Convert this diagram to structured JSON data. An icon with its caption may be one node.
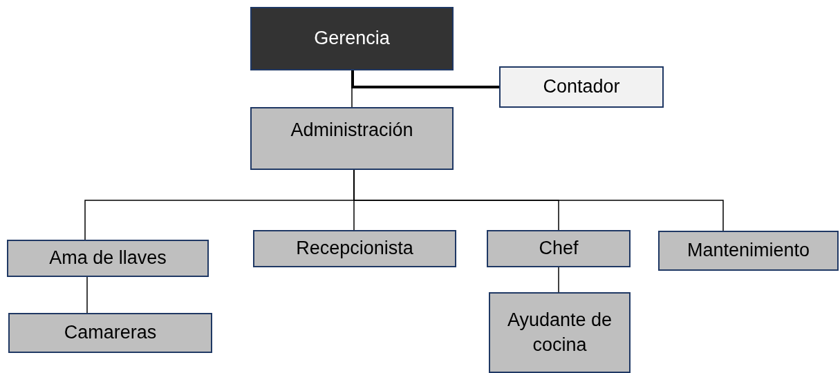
{
  "diagram": {
    "nodes": [
      {
        "text": [
          "Gerencia"
        ]
      },
      {
        "text": [
          "Contador"
        ]
      },
      {
        "text": [
          "Administración"
        ]
      },
      {
        "text": [
          "Ama de llaves"
        ]
      },
      {
        "text": [
          "Recepcionista"
        ]
      },
      {
        "text": [
          "Chef"
        ]
      },
      {
        "text": [
          "Mantenimiento"
        ]
      },
      {
        "text": [
          "Camareras"
        ]
      },
      {
        "text": [
          "Ayudante de cocina"
        ]
      }
    ],
    "edges": [
      {
        "from": 0,
        "to": 2,
        "arrow": "none"
      },
      {
        "from": 0,
        "to": 1,
        "arrow": "none",
        "style": "thick"
      },
      {
        "from": 2,
        "to": 3,
        "arrow": "none"
      },
      {
        "from": 2,
        "to": 4,
        "arrow": "none"
      },
      {
        "from": 2,
        "to": 5,
        "arrow": "none"
      },
      {
        "from": 2,
        "to": 6,
        "arrow": "none"
      },
      {
        "from": 3,
        "to": 7,
        "arrow": "none"
      },
      {
        "from": 5,
        "to": 8,
        "arrow": "none"
      }
    ]
  }
}
